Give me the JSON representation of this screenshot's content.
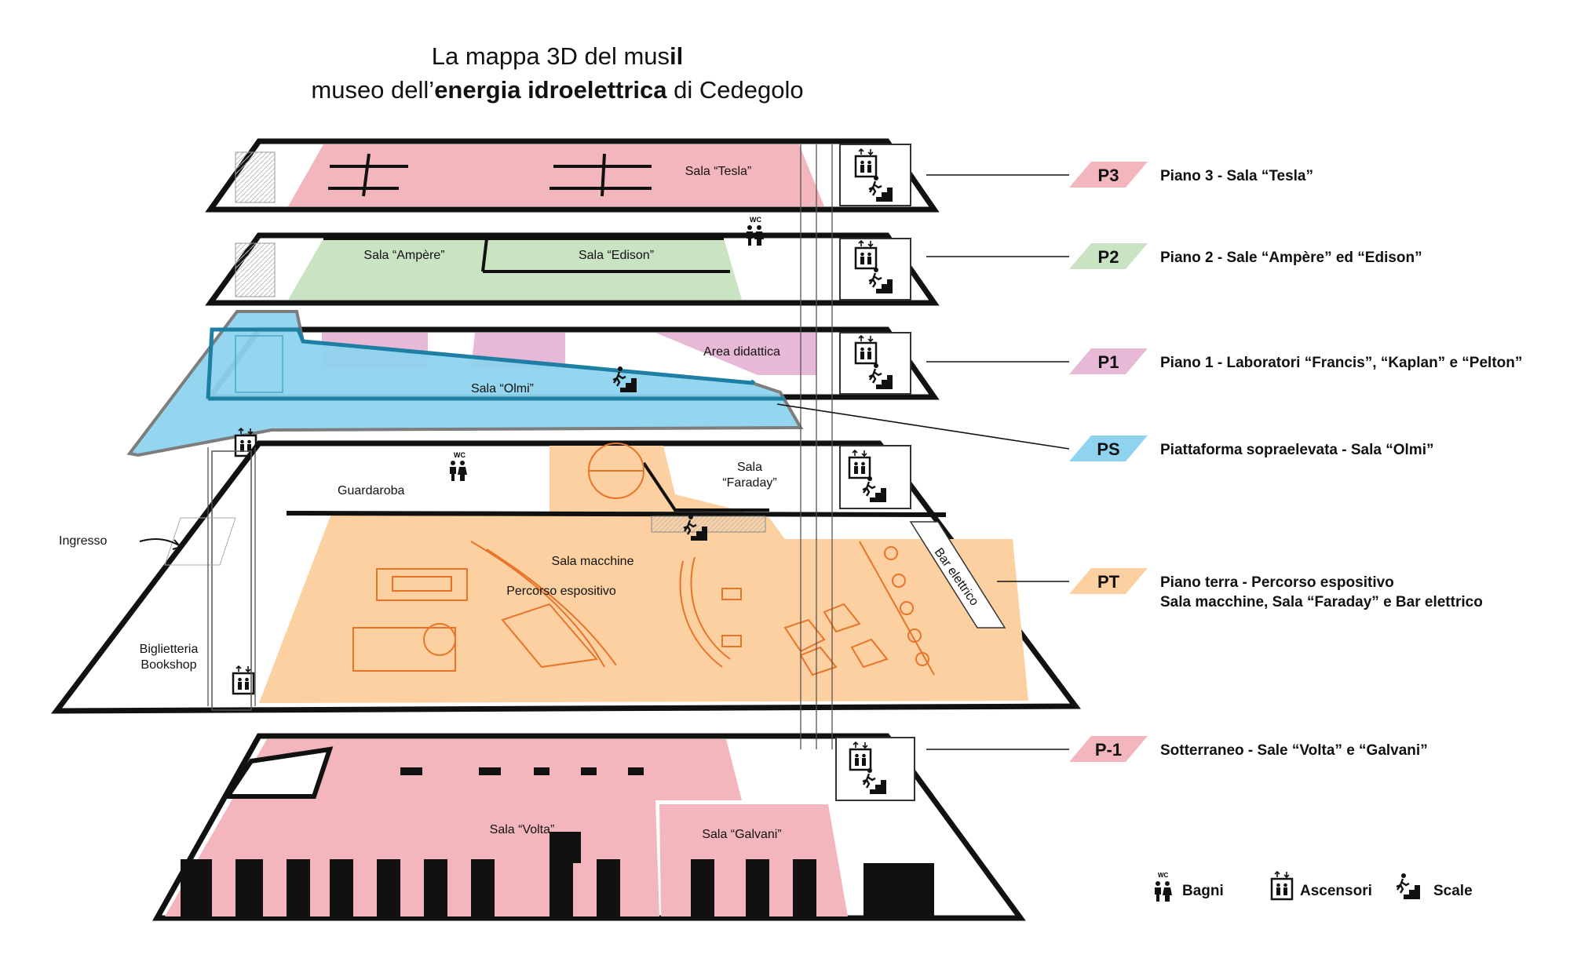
{
  "title": {
    "line1_pre": "La mappa 3D del mus",
    "line1_bold": "il",
    "line2_pre": "museo dell’",
    "line2_bold": "energia idroelettrica",
    "line2_post": " di Cedegolo"
  },
  "floors": [
    {
      "code": "P3",
      "color": "#f3b6bd",
      "desc": "Piano 3 - Sala “Tesla”",
      "rooms": [
        "Sala “Tesla”"
      ]
    },
    {
      "code": "P2",
      "color": "#c9e3c3",
      "desc": "Piano 2 - Sale “Ampère” ed “Edison”",
      "rooms": [
        "Sala “Ampère”",
        "Sala “Edison”"
      ]
    },
    {
      "code": "P1",
      "color": "#e8b9d6",
      "desc": "Piano 1 - Laboratori “Francis”, “Kaplan” e “Pelton”",
      "rooms": [
        "Area didattica"
      ]
    },
    {
      "code": "PS",
      "color": "#8fd3ef",
      "desc": "Piattaforma sopraelevata - Sala “Olmi”",
      "rooms": [
        "Sala “Olmi”"
      ]
    },
    {
      "code": "PT",
      "color": "#fcd0a1",
      "desc": "Piano terra - Percorso espositivo",
      "desc2": "Sala macchine, Sala “Faraday” e Bar elettrico",
      "rooms": [
        "Guardaroba",
        "Sala",
        "“Faraday”",
        "Sala macchine",
        "Percorso espositivo",
        "Biglietteria",
        "Bookshop",
        "Bar elettrico",
        "Ingresso"
      ]
    },
    {
      "code": "P-1",
      "color": "#f3b6bd",
      "desc": "Sotterraneo - Sale “Volta” e “Galvani”",
      "rooms": [
        "Sala “Volta”",
        "Sala “Galvani”"
      ]
    }
  ],
  "wc_label": "WC",
  "legend": [
    {
      "icon": "toilets-icon",
      "label": "Bagni"
    },
    {
      "icon": "elevator-icon",
      "label": "Ascensori"
    },
    {
      "icon": "stairs-icon",
      "label": "Scale"
    }
  ]
}
